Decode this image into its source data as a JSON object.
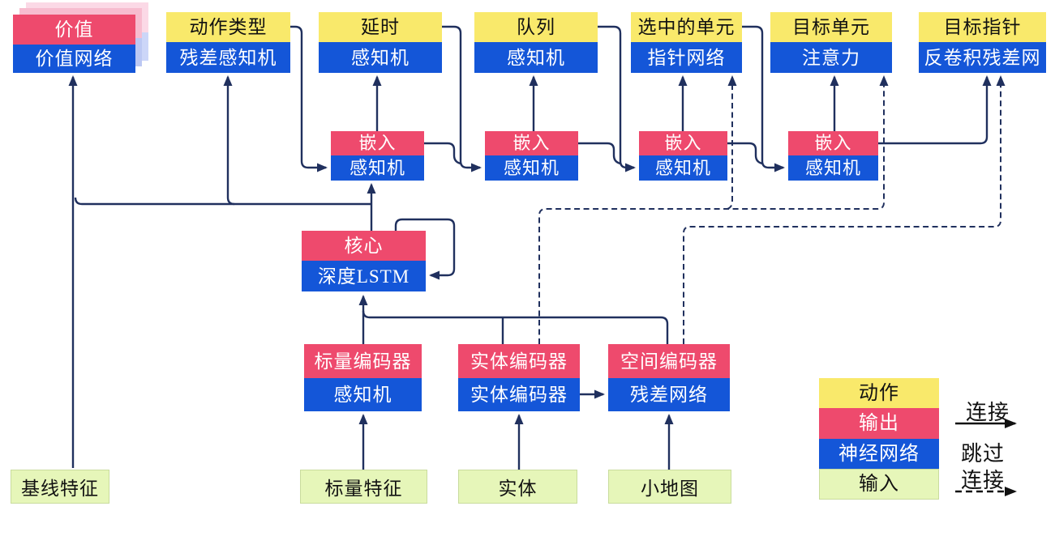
{
  "boxes": {
    "value": {
      "top": "价值",
      "bottom": "价值网络"
    },
    "action_type": {
      "top": "动作类型",
      "bottom": "残差感知机"
    },
    "delay": {
      "top": "延时",
      "bottom": "感知机"
    },
    "queue": {
      "top": "队列",
      "bottom": "感知机"
    },
    "selected_units": {
      "top": "选中的单元",
      "bottom": "指针网络"
    },
    "target_unit": {
      "top": "目标单元",
      "bottom": "注意力"
    },
    "target_point": {
      "top": "目标指针",
      "bottom": "反卷积残差网"
    },
    "embed1": {
      "top": "嵌入",
      "bottom": "感知机"
    },
    "embed2": {
      "top": "嵌入",
      "bottom": "感知机"
    },
    "embed3": {
      "top": "嵌入",
      "bottom": "感知机"
    },
    "embed4": {
      "top": "嵌入",
      "bottom": "感知机"
    },
    "core": {
      "top": "核心",
      "bottom": "深度LSTM"
    },
    "scalar_encoder": {
      "top": "标量编码器",
      "bottom": "感知机"
    },
    "entity_encoder": {
      "top": "实体编码器",
      "bottom": "实体编码器"
    },
    "spatial_encoder": {
      "top": "空间编码器",
      "bottom": "残差网络"
    }
  },
  "inputs": {
    "baseline": "基线特征",
    "scalar": "标量特征",
    "entity": "实体",
    "minimap": "小地图"
  },
  "legend": {
    "action": "动作",
    "output": "输出",
    "network": "神经网络",
    "input": "输入",
    "connection": "连接",
    "skip_line1": "跳过",
    "skip_line2": "连接"
  },
  "colors": {
    "action": "#F9E96B",
    "output": "#EE4A6D",
    "network": "#1456D8",
    "input": "#E6F6B9",
    "line": "#20305E",
    "legend_arrow": "#111111"
  }
}
